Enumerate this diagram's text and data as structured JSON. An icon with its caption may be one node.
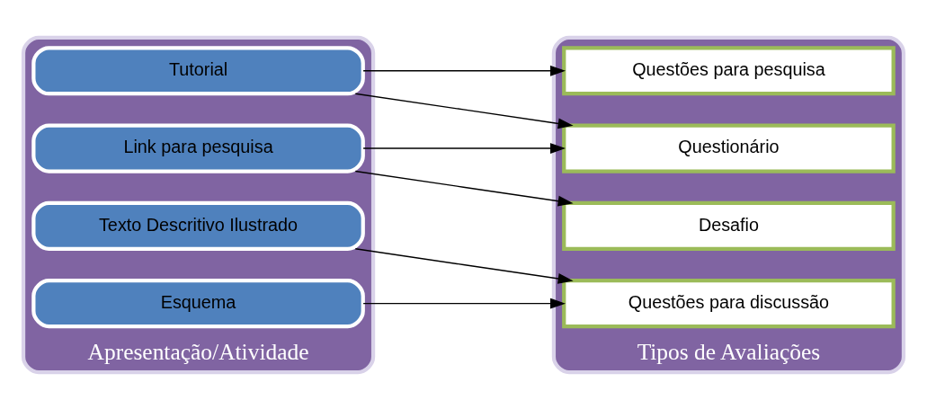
{
  "diagram": {
    "nodes": [
      {
        "text": [
          "Apresentação/Atividade"
        ]
      },
      {
        "text": [
          "Tutorial"
        ],
        "in": 0
      },
      {
        "text": [
          "Link para pesquisa"
        ],
        "in": 0
      },
      {
        "text": [
          "Texto Descritivo Ilustrado"
        ],
        "in": 0
      },
      {
        "text": [
          "Esquema"
        ],
        "in": 0
      },
      {
        "text": [
          "Tipos de Avaliações"
        ]
      },
      {
        "text": [
          "Questões para pesquisa"
        ],
        "in": 5
      },
      {
        "text": [
          "Questionário"
        ],
        "in": 5
      },
      {
        "text": [
          "Desafio"
        ],
        "in": 5
      },
      {
        "text": [
          "Questões para discussão"
        ],
        "in": 5
      }
    ],
    "edges": [
      {
        "from": 1,
        "to": 6,
        "arrow": "to"
      },
      {
        "from": 1,
        "to": 7,
        "arrow": "to"
      },
      {
        "from": 2,
        "to": 7,
        "arrow": "to"
      },
      {
        "from": 2,
        "to": 8,
        "arrow": "to"
      },
      {
        "from": 3,
        "to": 9,
        "arrow": "to"
      },
      {
        "from": 4,
        "to": 9,
        "arrow": "to"
      }
    ]
  }
}
